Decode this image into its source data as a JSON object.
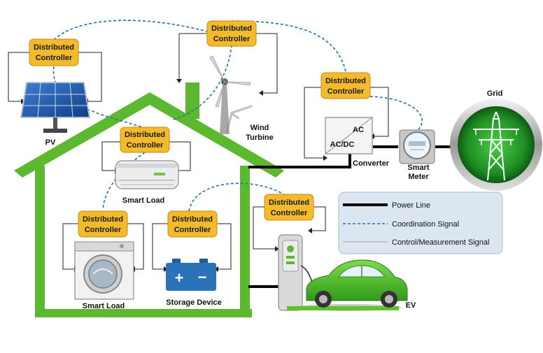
{
  "controller": {
    "line1": "Distributed",
    "line2": "Controller"
  },
  "labels": {
    "pv": "PV",
    "wind_line1": "Wind",
    "wind_line2": "Turbine",
    "converter": "Converter",
    "converter_ac": "AC",
    "converter_acdc": "AC/DC",
    "meter_line1": "Smart",
    "meter_line2": "Meter",
    "grid": "Grid",
    "smart_load_top": "Smart Load",
    "smart_load_bottom": "Smart Load",
    "storage": "Storage Device",
    "ev": "EV",
    "battery_plus": "+",
    "battery_minus": "−"
  },
  "legend": {
    "power_line": "Power Line",
    "coordination": "Coordination Signal",
    "control": "Control/Measurement Signal"
  },
  "colors": {
    "house_green": "#5cb82e",
    "controller_fill": "#f3bb2b",
    "coordination": "#1f6fb2",
    "power_line": "#000000",
    "legend_bg": "#dbe6f1"
  }
}
